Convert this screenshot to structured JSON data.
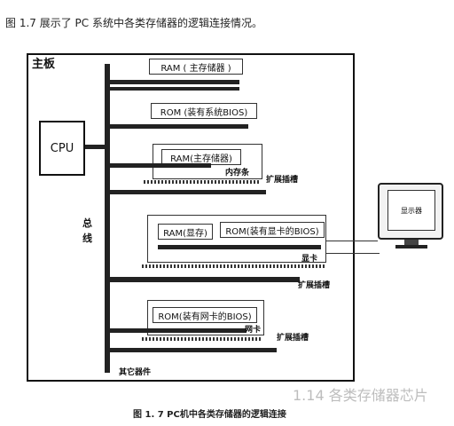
{
  "intro_text": "图 1.7 展示了 PC 系统中各类存储器的逻辑连接情况。",
  "caption": "图 1. 7   PC机中各类存储器的逻辑连接",
  "background_heading": "1.14   各类存储器芯片",
  "board": {
    "title": "主板",
    "cpu": "CPU",
    "bus_char_1": "总",
    "bus_char_2": "线",
    "other_devices": "其它器件",
    "ram_main": "RAM ( 主存储器 )",
    "rom_bios": "ROM (装有系统BIOS)"
  },
  "memory_module": {
    "chip": "RAM(主存储器)",
    "label": "内存条",
    "slot_label": "扩展插槽"
  },
  "video_card": {
    "chip_ram": "RAM(显存)",
    "chip_rom": "ROM(装有显卡的BIOS)",
    "label": "显卡",
    "slot_label": "扩展插槽"
  },
  "network_card": {
    "chip_rom": "ROM(装有网卡的BIOS)",
    "label": "网卡",
    "slot_label": "扩展插槽"
  },
  "monitor": {
    "label": "显示器"
  },
  "colors": {
    "line": "#222222",
    "background": "#ffffff"
  }
}
